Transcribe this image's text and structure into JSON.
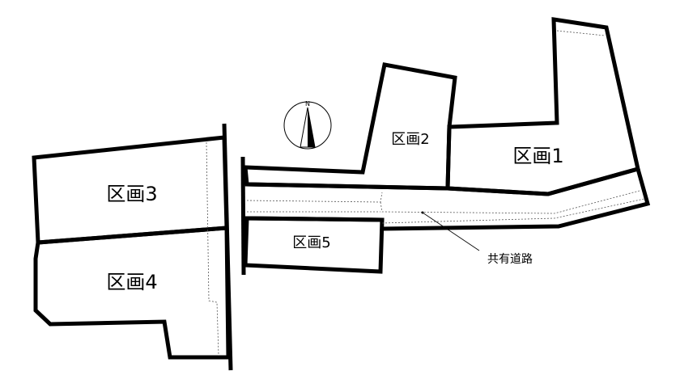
{
  "lots": [
    {
      "id": "1",
      "label": "区画1"
    },
    {
      "id": "2",
      "label": "区画2"
    },
    {
      "id": "3",
      "label": "区画3"
    },
    {
      "id": "4",
      "label": "区画4"
    },
    {
      "id": "5",
      "label": "区画5"
    }
  ],
  "shared_road": {
    "label": "共有道路"
  },
  "compass": {
    "north_letter": "N",
    "icon": "north-arrow-icon"
  }
}
